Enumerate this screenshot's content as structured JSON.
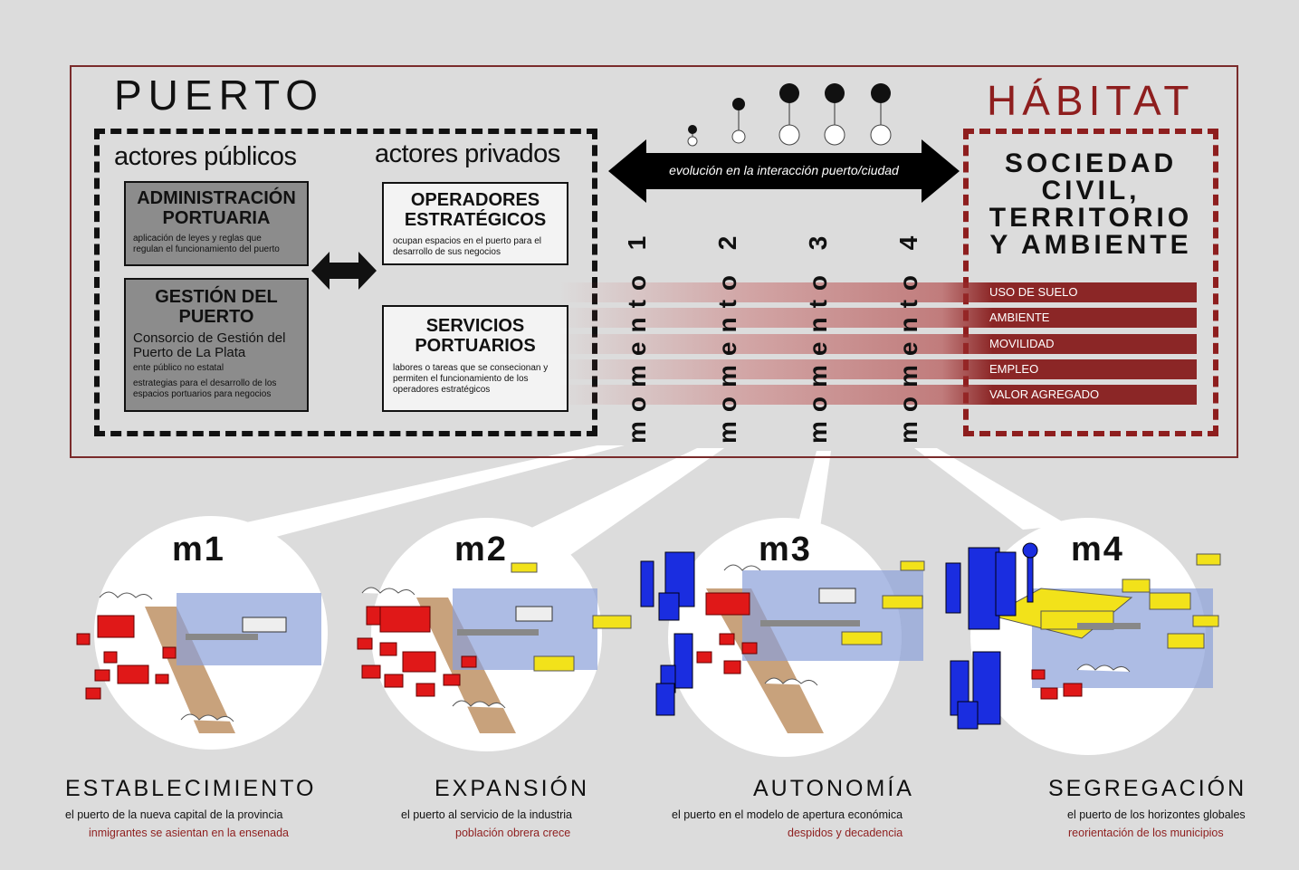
{
  "puerto_title": "PUERTO",
  "habitat_title": "HÁBITAT",
  "publicos_header": "actores públicos",
  "privados_header": "actores privados",
  "admin": {
    "title_line1": "ADMINISTRACIÓN",
    "title_line2": "PORTUARIA",
    "desc_line1": "aplicación de leyes y reglas que",
    "desc_line2": "regulan el funcionamiento del puerto"
  },
  "gestion": {
    "title_line1": "GESTIÓN DEL",
    "title_line2": "PUERTO",
    "sub_line1": "Consorcio de Gestión del",
    "sub_line2": "Puerto de La Plata",
    "desc1": "ente público no estatal",
    "desc2_line1": "estrategias para el desarrollo de los",
    "desc2_line2": "espacios portuarios para negocios"
  },
  "operadores": {
    "title_line1": "OPERADORES",
    "title_line2": "ESTRATÉGICOS",
    "desc_line1": "ocupan espacios en el puerto para el",
    "desc_line2": "desarrollo de sus negocios"
  },
  "servicios": {
    "title_line1": "SERVICIOS",
    "title_line2": "PORTUARIOS",
    "desc_line1": "labores o tareas que se consecionan y",
    "desc_line2": "permiten el funcionamiento de los",
    "desc_line3": "operadores estratégicos"
  },
  "evolution_label": "evolución en la interacción puerto/ciudad",
  "moments": [
    "momento 1",
    "momento 2",
    "momento 3",
    "momento 4"
  ],
  "sociedad": {
    "line1": "SOCIEDAD",
    "line2": "CIVIL,",
    "line3": "TERRITORIO",
    "line4": "Y AMBIENTE"
  },
  "bands": [
    "USO DE SUELO",
    "AMBIENTE",
    "MOVILIDAD",
    "EMPLEO",
    "VALOR AGREGADO"
  ],
  "stages": [
    {
      "label": "m1",
      "name": "ESTABLECIMIENTO",
      "desc": "el puerto de la nueva capital de la provincia",
      "sub": "inmigrantes se asientan en la ensenada"
    },
    {
      "label": "m2",
      "name": "EXPANSIÓN",
      "desc": "el puerto al servicio de la industria",
      "sub": "población obrera crece"
    },
    {
      "label": "m3",
      "name": "AUTONOMÍA",
      "desc": "el puerto en el modelo de apertura económica",
      "sub": "despidos y decadencia"
    },
    {
      "label": "m4",
      "name": "SEGREGACIÓN",
      "desc": "el puerto de los horizontes globales",
      "sub": "reorientación de los municipios"
    }
  ],
  "colors": {
    "accent_red": "#8e1e1e",
    "band_red": "#8b2626",
    "building_red": "#e01818",
    "tower_blue": "#1a2de0",
    "ship_yellow": "#f2e21a"
  }
}
